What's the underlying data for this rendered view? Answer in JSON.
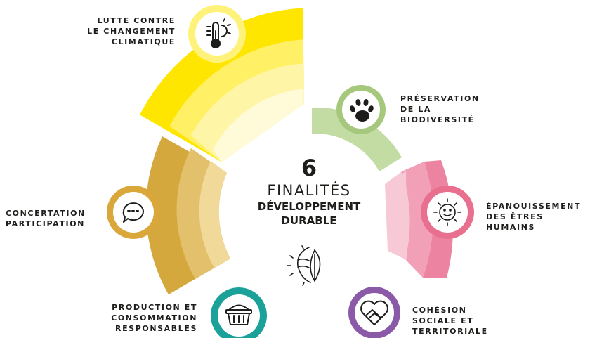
{
  "center": {
    "number": "6",
    "line1": "FINALITÉS",
    "line2": "DÉVELOPPEMENT",
    "line3": "DURABLE"
  },
  "goals": [
    {
      "key": "climate",
      "lines": [
        "LUTTE CONTRE",
        "LE CHANGEMENT",
        "CLIMATIQUE"
      ],
      "icon": "thermometer-sun-icon",
      "color": "#ffe600"
    },
    {
      "key": "biodiversity",
      "lines": [
        "PRÉSERVATION",
        "DE LA",
        "BIODIVERSITÉ"
      ],
      "icon": "paw-print-icon",
      "color": "#a6c87c"
    },
    {
      "key": "wellbeing",
      "lines": [
        "ÉPANOUISSEMENT",
        "DES ÊTRES",
        "HUMAINS"
      ],
      "icon": "sun-face-icon",
      "color": "#e8708e"
    },
    {
      "key": "cohesion",
      "lines": [
        "COHÉSION",
        "SOCIALE ET",
        "TERRITORIALE"
      ],
      "icon": "handshake-heart-icon",
      "color": "#8a5aa8"
    },
    {
      "key": "production",
      "lines": [
        "PRODUCTION ET",
        "CONSOMMATION",
        "RESPONSABLES"
      ],
      "icon": "basket-icon",
      "color": "#1aa19a"
    },
    {
      "key": "participation",
      "lines": [
        "CONCERTATION",
        "PARTICIPATION"
      ],
      "icon": "speech-bubble-icon",
      "color": "#d9a73a"
    }
  ]
}
